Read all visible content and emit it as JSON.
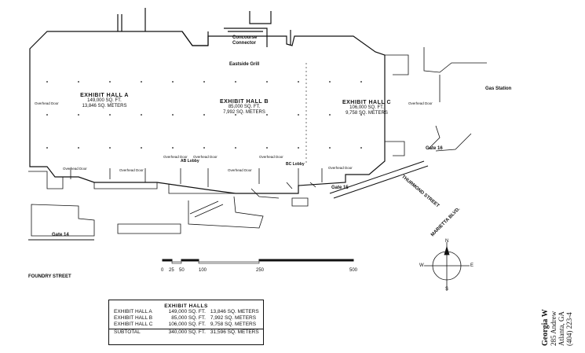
{
  "labels": {
    "concourse": "Concourse",
    "connector": "Connector",
    "eastside_grill": "Eastside Grill",
    "gas_station": "Gas Station",
    "foundry_street": "FOUNDRY STREET",
    "thurmond_street": "THURMOND STREET",
    "marietta_blvd": "MARIETTA BLVD.",
    "gate_14": "Gate 14",
    "gate_15": "Gate 15",
    "gate_16": "Gate 16",
    "overhead_door": "Overhead Door",
    "ab_lobby": "AB Lobby",
    "bc_lobby": "BC Lobby",
    "north": "N",
    "south": "S",
    "west": "W",
    "east": "E"
  },
  "halls": [
    {
      "name": "EXHIBIT HALL A",
      "sqft": "149,000 SQ. FT.",
      "meters": "13,846 SQ. METERS"
    },
    {
      "name": "EXHIBIT HALL B",
      "sqft": "85,000 SQ. FT.",
      "meters": "7,992 SQ. METERS"
    },
    {
      "name": "EXHIBIT HALL C",
      "sqft": "106,000 SQ. FT.",
      "meters": "9,758 SQ. METERS"
    }
  ],
  "scale": {
    "ticks": [
      "0",
      "25",
      "50",
      "100",
      "250",
      "500"
    ]
  },
  "table": {
    "title": "EXHIBIT HALLS",
    "rows": [
      {
        "name": "EXHIBIT HALL A",
        "sqft": "149,000 SQ. FT.",
        "meters": "13,846 SQ. METERS"
      },
      {
        "name": "EXHIBIT HALL B",
        "sqft": "85,000 SQ. FT.",
        "meters": "7,992 SQ. METERS"
      },
      {
        "name": "EXHIBIT HALL C",
        "sqft": "106,000 SQ. FT.",
        "meters": "9,758 SQ. METERS"
      }
    ],
    "subtotal": {
      "name": "SUBTOTAL",
      "sqft": "340,000 SQ. FT.",
      "meters": "31,596 SQ. METERS"
    }
  },
  "address": [
    "Georgia W",
    "285 Andrew",
    "Atlanta, GA",
    "(404) 223-4"
  ]
}
